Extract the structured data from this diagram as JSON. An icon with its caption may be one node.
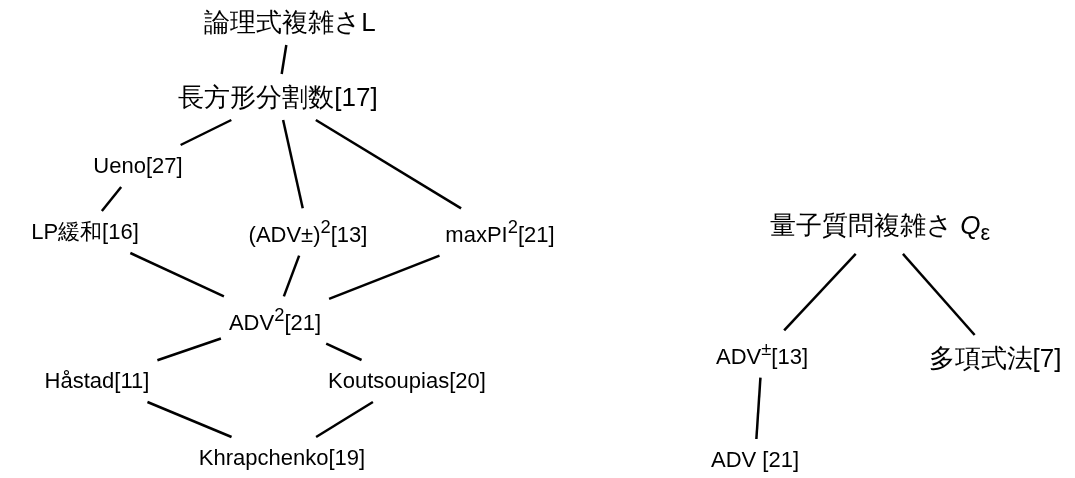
{
  "diagram": {
    "nodes": [
      {
        "text": [
          "論理式複雑さL"
        ]
      },
      {
        "text": [
          "長方形分割数[17]"
        ]
      },
      {
        "text": [
          "Ueno[27]"
        ]
      },
      {
        "text": [
          "LP緩和[16]"
        ]
      },
      {
        "text": [
          "(ADV±)$^{2}$[13]"
        ]
      },
      {
        "text": [
          "maxPI$^{2}$[21]"
        ]
      },
      {
        "text": [
          "ADV$^{2}$[21]"
        ]
      },
      {
        "text": [
          "Håstad[11]"
        ]
      },
      {
        "text": [
          "Koutsoupias[20]"
        ]
      },
      {
        "text": [
          "Khrapchenko[19]"
        ]
      },
      {
        "text": [
          "量子質問複雑さ *Q*$_{ε}$"
        ]
      },
      {
        "text": [
          "ADV$^{±}$[13]"
        ]
      },
      {
        "text": [
          "多項式法[7]"
        ]
      },
      {
        "text": [
          "ADV [21]"
        ]
      }
    ],
    "edges": [
      {
        "from": 0,
        "to": 1,
        "arrow": "none"
      },
      {
        "from": 1,
        "to": 2,
        "arrow": "none"
      },
      {
        "from": 2,
        "to": 3,
        "arrow": "none"
      },
      {
        "from": 1,
        "to": 4,
        "arrow": "none"
      },
      {
        "from": 1,
        "to": 5,
        "arrow": "none"
      },
      {
        "from": 3,
        "to": 6,
        "arrow": "none"
      },
      {
        "from": 4,
        "to": 6,
        "arrow": "none"
      },
      {
        "from": 5,
        "to": 6,
        "arrow": "none"
      },
      {
        "from": 6,
        "to": 7,
        "arrow": "none"
      },
      {
        "from": 6,
        "to": 8,
        "arrow": "none"
      },
      {
        "from": 7,
        "to": 9,
        "arrow": "none"
      },
      {
        "from": 8,
        "to": 9,
        "arrow": "none"
      },
      {
        "from": 10,
        "to": 11,
        "arrow": "none"
      },
      {
        "from": 10,
        "to": 12,
        "arrow": "none"
      },
      {
        "from": 11,
        "to": 13,
        "arrow": "none"
      }
    ]
  }
}
